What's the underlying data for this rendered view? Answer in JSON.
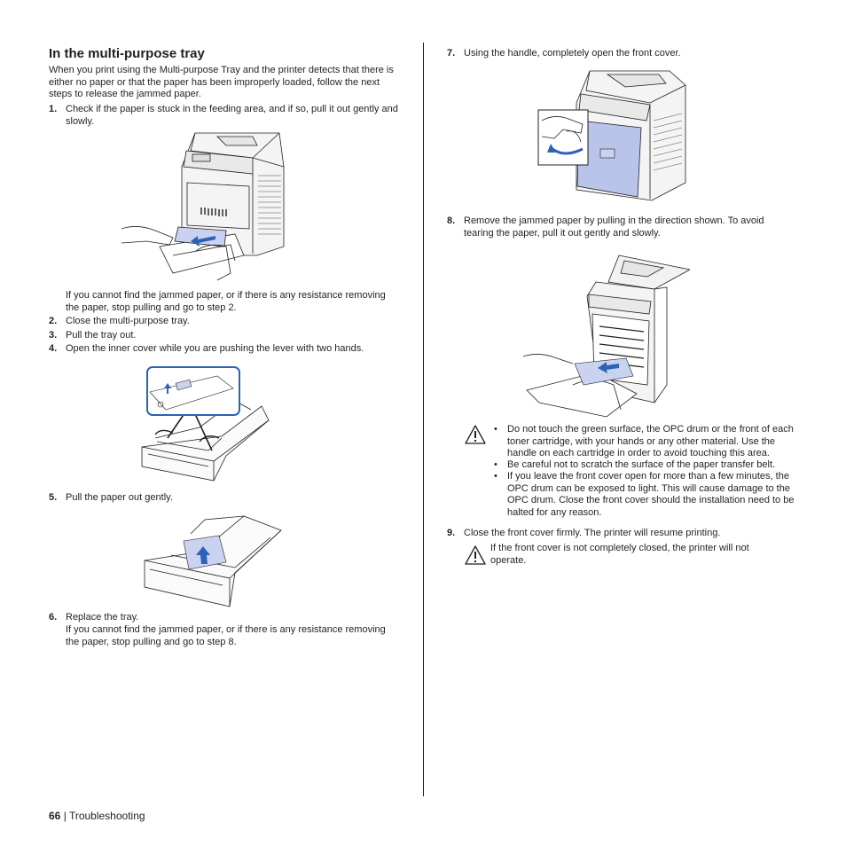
{
  "section_title": "In the multi-purpose tray",
  "intro": "When you print using the Multi-purpose Tray and the printer detects that there is either no paper or that the paper has been improperly loaded, follow the next steps to release the jammed paper.",
  "steps": [
    {
      "num": "1.",
      "text": "Check if the paper is stuck in the feeding area, and if so, pull it out gently and slowly."
    },
    {
      "num": "",
      "text": "If you cannot find the jammed paper, or if there is any resistance removing the paper, stop pulling and go to step 2."
    },
    {
      "num": "2.",
      "text": "Close the multi-purpose tray."
    },
    {
      "num": "3.",
      "text": "Pull the tray out."
    },
    {
      "num": "4.",
      "text": "Open the inner cover while you are pushing the lever with two hands."
    },
    {
      "num": "5.",
      "text": "Pull the paper out gently."
    },
    {
      "num": "6.",
      "text": "Replace the tray."
    },
    {
      "num": "",
      "text": "If you cannot find the jammed paper, or if there is any resistance removing the paper, stop pulling and go to step 8."
    },
    {
      "num": "7.",
      "text": "Using the handle, completely open the front cover."
    },
    {
      "num": "8.",
      "text": "Remove the jammed paper by pulling in the direction shown. To avoid tearing the paper, pull it out gently and slowly."
    },
    {
      "num": "9.",
      "text": "Close the front cover firmly. The printer will resume printing."
    }
  ],
  "caution_bullets": [
    "Do not touch the green surface, the OPC drum or the front of each toner cartridge, with your hands or any other material. Use the handle on each cartridge in order to avoid touching this area.",
    "Be careful not to scratch the surface of the paper transfer belt.",
    "If you leave the front cover open for more than a few minutes, the OPC drum can be exposed to light. This will cause damage to the OPC drum. Close the front cover should the installation need to be halted for any reason."
  ],
  "bullet_symbol": "•",
  "caution_note": "If the front cover is not completely closed, the printer will not operate.",
  "footer": {
    "page": "66",
    "separator": " | ",
    "section": "Troubleshooting"
  },
  "colors": {
    "paper_blue": "#c9d3ef",
    "arrow_blue": "#2d62b5",
    "cover_blue": "#b9c4ea",
    "line": "#231f20"
  }
}
